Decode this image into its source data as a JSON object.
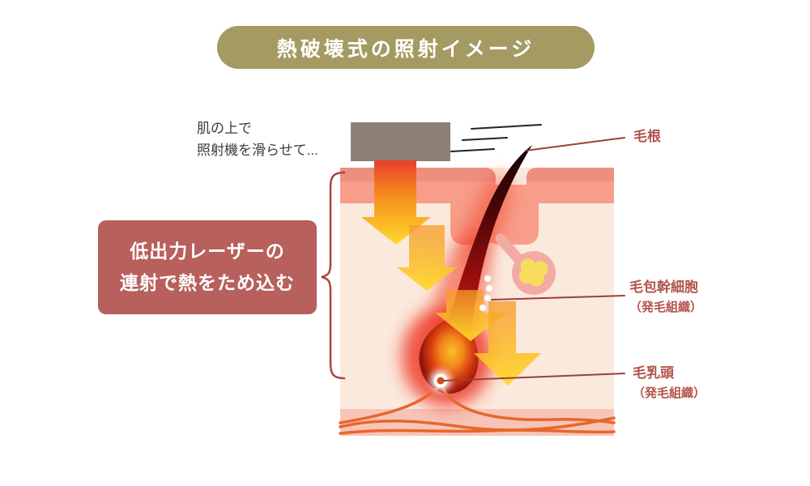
{
  "title": {
    "text": "熱破壊式の照射イメージ"
  },
  "device_note": {
    "line1": "肌の上で",
    "line2": "照射機を滑らせて..."
  },
  "mechanism_box": {
    "line1": "低出力レーザーの",
    "line2": "連射で熱をため込む"
  },
  "labels": {
    "hair_root": {
      "text": "毛根"
    },
    "stem_cells": {
      "text": "毛包幹細胞",
      "sub": "（発毛組織）"
    },
    "papilla": {
      "text": "毛乳頭",
      "sub": "（発毛組織）"
    }
  },
  "diagram": {
    "type": "skin-cross-section-illustration",
    "laser_arrow_count": 4,
    "stem_cell_dot_count": 4,
    "parts": [
      "laser-device",
      "motion-speed-lines",
      "laser-pulse-arrows",
      "epidermis",
      "dermis",
      "subcutaneous-layer",
      "hair-shaft",
      "hair-bulb",
      "sebaceous-gland",
      "stem-cell-dots",
      "dermal-papilla",
      "blood-vessels",
      "brace"
    ]
  },
  "colors": {
    "title_bg": "#a49a62",
    "mechanism_box_bg": "#b7605c",
    "label_text": "#b2544c",
    "note_text": "#3b3b3b",
    "epidermis_top": "#ee8f7f",
    "epidermis": "#f89d89",
    "dermis": "#fbe9dd",
    "subcutaneous": "#f6c5b8",
    "device_gray": "#8d8177",
    "beam_red": "#e8402a",
    "arrow_orange": "#f6921f",
    "arrow_yellow": "#ffd92b",
    "hair_dark": "#1a0505",
    "hair_red": "#c81f10",
    "bulb_glow_red": "#ee2f1f",
    "bulb_core_orange": "#f2871a",
    "vessel_orange": "#e8662a",
    "gland_pink": "#f2aba4",
    "gland_yellow": "#f9dc5e",
    "pointer_line": "#9c4038"
  }
}
